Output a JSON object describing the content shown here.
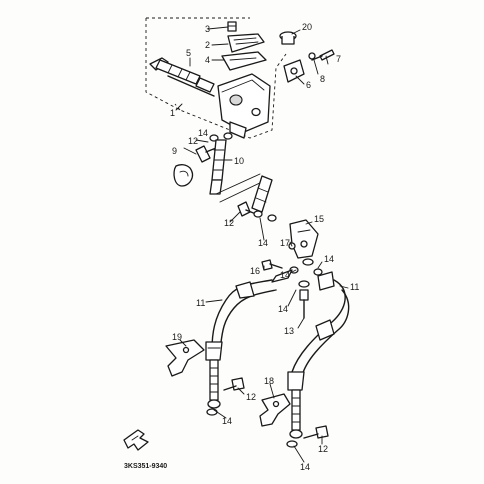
{
  "callouts": {
    "c1": "1",
    "c2": "2",
    "c3": "3",
    "c4": "4",
    "c5": "5",
    "c6": "6",
    "c7": "7",
    "c8": "8",
    "c9": "9",
    "c10": "10",
    "c11a": "11",
    "c11b": "11",
    "c12a": "12",
    "c12b": "12",
    "c12c": "12",
    "c12d": "12",
    "c13": "13",
    "c14a": "14",
    "c14b": "14",
    "c14c": "14",
    "c14d": "14",
    "c14e": "14",
    "c15": "15",
    "c16": "16",
    "c17": "17",
    "c18": "18",
    "c19": "19",
    "c20": "20"
  },
  "diagram_code": "3KS351-9340"
}
